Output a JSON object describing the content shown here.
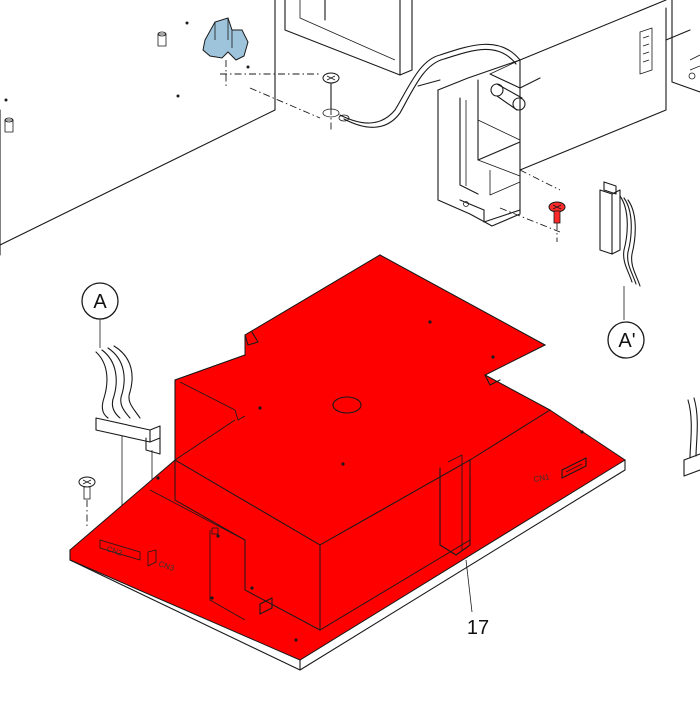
{
  "diagram": {
    "part_label": "17",
    "connector_callouts": [
      "A",
      "A'"
    ],
    "board_connector_labels": [
      "CN1",
      "CN2",
      "CN3"
    ]
  },
  "colors": {
    "highlight_part": "#ff0000",
    "highlight_screw": "#ff2a2a",
    "clip_blue": "#9ec4dc",
    "line": "#1a1a1a",
    "background": "#ffffff"
  }
}
